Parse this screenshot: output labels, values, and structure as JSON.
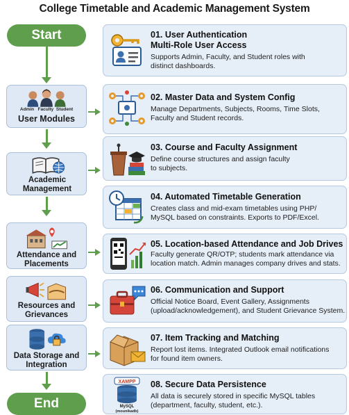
{
  "title": "College Timetable and Academic Management System",
  "flow": {
    "start_label": "Start",
    "end_label": "End"
  },
  "modules": [
    {
      "label": "User Modules",
      "icon": "users-group-icon",
      "sublabels": [
        "Admin",
        "Faculty",
        "Student"
      ]
    },
    {
      "label": "Academic Management",
      "icon": "book-globe-icon"
    },
    {
      "label": "Attendance and Placements",
      "icon": "building-location-chart-icon"
    },
    {
      "label": "Resources and Grievances",
      "icon": "megaphone-handshake-icon"
    },
    {
      "label": "Data Storage and Integration",
      "icon": "database-cloud-lock-icon"
    }
  ],
  "steps": [
    {
      "title": "01. User Authentication",
      "title2": "Multi-Role User Access",
      "desc": [
        "Supports Admin, Faculty, and Student roles with",
        "distinct dashboards."
      ],
      "icon": "key-id-card-icon"
    },
    {
      "title": "02. Master Data and System Config",
      "desc": [
        "Manage Departments, Subjects, Rooms, Time Slots,",
        "Faculty and Student records."
      ],
      "icon": "gears-network-icon"
    },
    {
      "title": "03. Course and Faculty Assignment",
      "desc": [
        "Define course structures and assign faculty",
        "to subjects."
      ],
      "icon": "podium-books-cap-icon"
    },
    {
      "title": "04. Automated Timetable Generation",
      "desc": [
        "Creates class and mid-exam timetables using PHP/",
        "MySQL based on constraints. Exports to PDF/Excel."
      ],
      "icon": "clock-grid-icon"
    },
    {
      "title": "05. Location-based Attendance and Job Drives",
      "desc": [
        "Faculty generate QR/OTP; students mark attendance via",
        "location match. Admin manages company drives and stats."
      ],
      "icon": "qr-phone-chart-icon"
    },
    {
      "title": "06. Communication and Support",
      "desc": [
        "Official Notice Board, Event Gallery, Assignments",
        "(upload/acknowledgement), and Student Grievance System."
      ],
      "icon": "toolbox-chat-icon"
    },
    {
      "title": "07. Item Tracking and Matching",
      "desc": [
        "Report lost items. Integrated Outlook email notifications",
        "for found item owners."
      ],
      "icon": "box-envelope-icon"
    },
    {
      "title": "08. Secure Data Persistence",
      "desc": [
        "All data is securely stored in specific MySQL tables",
        "(department, faculty, student, etc.)."
      ],
      "icon": "xampp-mysql-icon",
      "icon_labels": [
        "XAMPP",
        "MySQL",
        "(mounikadb)"
      ]
    }
  ],
  "colors": {
    "green": "#5f9e4c",
    "card_bg": "#e6eef8",
    "module_bg": "#dfe9f6"
  }
}
